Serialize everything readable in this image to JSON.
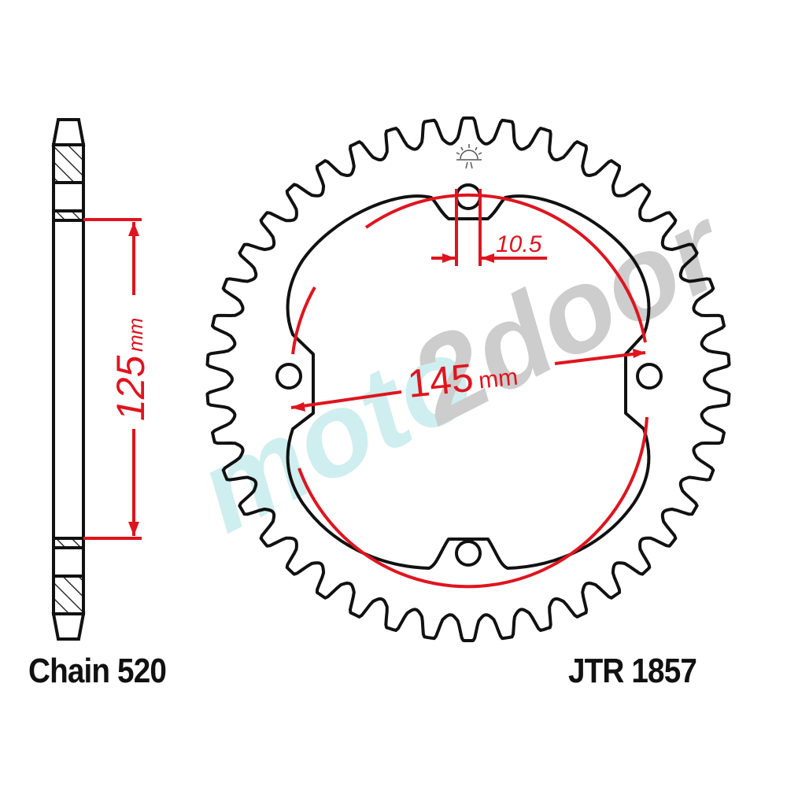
{
  "labels": {
    "chain": "Chain 520",
    "part_number": "JTR 1857"
  },
  "dimensions": {
    "inner_diameter": {
      "value": "125",
      "unit": "mm"
    },
    "pcd": {
      "value": "145",
      "unit": "mm"
    },
    "bolt_hole": {
      "value": "10.5"
    }
  },
  "watermark": {
    "part1": "moto",
    "part2": "2door"
  },
  "sprocket": {
    "teeth": 42,
    "bolt_holes": 4
  },
  "colors": {
    "line": "#111111",
    "dimension": "#e0141e",
    "watermark_teal": "#cfeef0",
    "watermark_gray": "#cdcdcd"
  }
}
